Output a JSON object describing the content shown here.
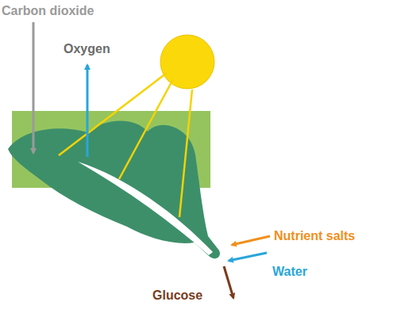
{
  "diagram": {
    "labels": [
      "Carbon dioxide",
      "Oxygen",
      "Nutrient salts",
      "Water",
      "Glucose"
    ]
  }
}
